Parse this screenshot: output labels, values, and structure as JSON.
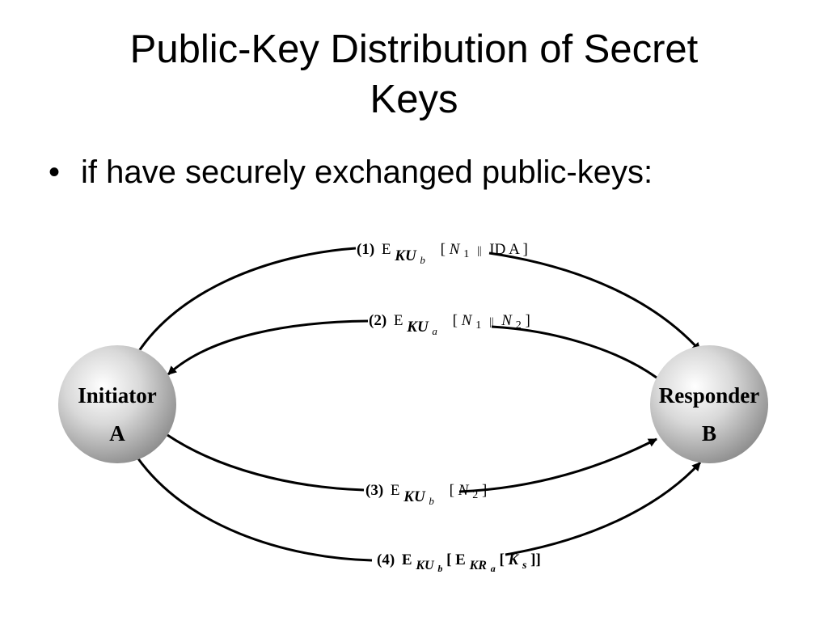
{
  "slide": {
    "title_line1": "Public-Key Distribution of Secret",
    "title_line2": "Keys",
    "bullet_text": "if have securely exchanged public-keys:"
  },
  "diagram": {
    "nodes": {
      "initiator": {
        "line1": "Initiator",
        "line2": "A"
      },
      "responder": {
        "line1": "Responder",
        "line2": "B"
      }
    },
    "messages": [
      {
        "step": "(1)",
        "enc": "E",
        "key_main": "KU",
        "key_sub": "b",
        "payload_a": "N",
        "payload_a_sub": "1",
        "separator": "||",
        "payload_b": "ID",
        "payload_b_sub": "A"
      },
      {
        "step": "(2)",
        "enc": "E",
        "key_main": "KU",
        "key_sub": "a",
        "payload_a": "N",
        "payload_a_sub": "1",
        "separator": "||",
        "payload_b": "N",
        "payload_b_sub": "2"
      },
      {
        "step": "(3)",
        "enc": "E",
        "key_main": "KU",
        "key_sub": "b",
        "payload_a": "N",
        "payload_a_sub": "2"
      },
      {
        "step": "(4)",
        "enc": "E",
        "key_main": "KU",
        "key_sub": "b",
        "inner_enc": "E",
        "inner_key_main": "KR",
        "inner_key_sub": "a",
        "payload_a": "K",
        "payload_a_sub": "s"
      }
    ]
  }
}
